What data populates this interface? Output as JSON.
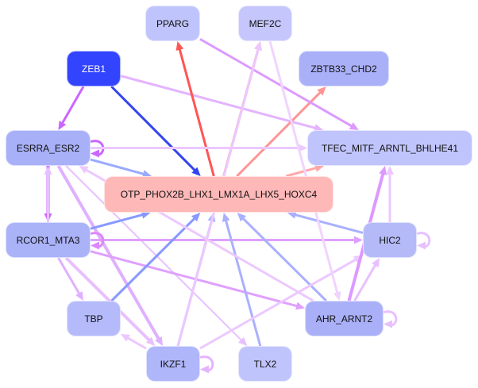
{
  "nodes": [
    {
      "id": "PPARG",
      "label": "PPARG",
      "color": "#c0c4fc",
      "text": "#111111"
    },
    {
      "id": "MEF2C",
      "label": "MEF2C",
      "color": "#c4c6fc",
      "text": "#111111"
    },
    {
      "id": "ZEB1",
      "label": "ZEB1",
      "color": "#3344ff",
      "text": "#ffffff"
    },
    {
      "id": "ZBTB33_CHD2",
      "label": "ZBTB33_CHD2",
      "color": "#aab0f8",
      "text": "#111111"
    },
    {
      "id": "ESRRA_ESR2",
      "label": "ESRRA_ESR2",
      "color": "#a8b0f8",
      "text": "#111111"
    },
    {
      "id": "TFEC",
      "label": "TFEC_MITF_ARNTL_BHLHE41",
      "color": "#c0c4fc",
      "text": "#111111"
    },
    {
      "id": "OTP",
      "label": "OTP_PHOX2B_LHX1_LMX1A_LHX5_HOXC4",
      "color": "#ffb8b8",
      "text": "#111111"
    },
    {
      "id": "RCOR1_MTA3",
      "label": "RCOR1_MTA3",
      "color": "#aab2f8",
      "text": "#111111"
    },
    {
      "id": "HIC2",
      "label": "HIC2",
      "color": "#b4baf8",
      "text": "#111111"
    },
    {
      "id": "TBP",
      "label": "TBP",
      "color": "#b4bafa",
      "text": "#111111"
    },
    {
      "id": "AHR_ARNT2",
      "label": "AHR_ARNT2",
      "color": "#aab0f8",
      "text": "#111111"
    },
    {
      "id": "IKZF1",
      "label": "IKZF1",
      "color": "#b0b6fa",
      "text": "#111111"
    },
    {
      "id": "TLX2",
      "label": "TLX2",
      "color": "#c0c4fc",
      "text": "#111111"
    }
  ],
  "edges": [
    {
      "from": "ZEB1",
      "to": "ESRRA_ESR2",
      "color": "#cc66ff",
      "weight": 3
    },
    {
      "from": "ZEB1",
      "to": "OTP",
      "color": "#3344ee",
      "weight": 3
    },
    {
      "from": "ZEB1",
      "to": "TFEC",
      "color": "#e4b4ff",
      "weight": 3
    },
    {
      "from": "OTP",
      "to": "PPARG",
      "color": "#ff5555",
      "weight": 3
    },
    {
      "from": "OTP",
      "to": "MEF2C",
      "color": "#ff6666",
      "weight": 3
    },
    {
      "from": "OTP",
      "to": "ZBTB33_CHD2",
      "color": "#ff9494",
      "weight": 3
    },
    {
      "from": "OTP",
      "to": "TFEC",
      "color": "#ffa8a8",
      "weight": 3
    },
    {
      "from": "PPARG",
      "to": "TFEC",
      "color": "#dd99ff",
      "weight": 3
    },
    {
      "from": "ESRRA_ESR2",
      "to": "ESRRA_ESR2",
      "color": "#cc66ff",
      "weight": 3
    },
    {
      "from": "ESRRA_ESR2",
      "to": "TFEC",
      "color": "#ecc8ff",
      "weight": 3
    },
    {
      "from": "ESRRA_ESR2",
      "to": "OTP",
      "color": "#99aaff",
      "weight": 3
    },
    {
      "from": "ESRRA_ESR2",
      "to": "RCOR1_MTA3",
      "color": "#cc66ff",
      "weight": 4
    },
    {
      "from": "RCOR1_MTA3",
      "to": "ESRRA_ESR2",
      "color": "#e8c0ff",
      "weight": 3
    },
    {
      "from": "ESRRA_ESR2",
      "to": "IKZF1",
      "color": "#e0b0ff",
      "weight": 4
    },
    {
      "from": "ESRRA_ESR2",
      "to": "TLX2",
      "color": "#e8c0ff",
      "weight": 2
    },
    {
      "from": "RCOR1_MTA3",
      "to": "OTP",
      "color": "#8899ff",
      "weight": 3
    },
    {
      "from": "RCOR1_MTA3",
      "to": "HIC2",
      "color": "#e0a0ff",
      "weight": 3
    },
    {
      "from": "RCOR1_MTA3",
      "to": "RCOR1_MTA3",
      "color": "#dd88ff",
      "weight": 3
    },
    {
      "from": "RCOR1_MTA3",
      "to": "TBP",
      "color": "#e0b0ff",
      "weight": 3
    },
    {
      "from": "RCOR1_MTA3",
      "to": "AHR_ARNT2",
      "color": "#e0a0ff",
      "weight": 3
    },
    {
      "from": "RCOR1_MTA3",
      "to": "IKZF1",
      "color": "#e8c0ff",
      "weight": 4
    },
    {
      "from": "TBP",
      "to": "OTP",
      "color": "#8899ff",
      "weight": 3
    },
    {
      "from": "IKZF1",
      "to": "OTP",
      "color": "#aab0ff",
      "weight": 3
    },
    {
      "from": "TLX2",
      "to": "OTP",
      "color": "#aab0ff",
      "weight": 3
    },
    {
      "from": "AHR_ARNT2",
      "to": "OTP",
      "color": "#aab0ff",
      "weight": 3
    },
    {
      "from": "HIC2",
      "to": "OTP",
      "color": "#aab0ff",
      "weight": 3
    },
    {
      "from": "HIC2",
      "to": "HIC2",
      "color": "#e8c0ff",
      "weight": 3
    },
    {
      "from": "AHR_ARNT2",
      "to": "AHR_ARNT2",
      "color": "#e8c0ff",
      "weight": 3
    },
    {
      "from": "IKZF1",
      "to": "IKZF1",
      "color": "#e4b4ff",
      "weight": 3
    },
    {
      "from": "IKZF1",
      "to": "TBP",
      "color": "#ecc8ff",
      "weight": 3
    },
    {
      "from": "IKZF1",
      "to": "HIC2",
      "color": "#ecc8ff",
      "weight": 3
    },
    {
      "from": "IKZF1",
      "to": "MEF2C",
      "color": "#ecc8ff",
      "weight": 3
    },
    {
      "from": "AHR_ARNT2",
      "to": "HIC2",
      "color": "#e8c0ff",
      "weight": 3
    },
    {
      "from": "AHR_ARNT2",
      "to": "TFEC",
      "color": "#dd99ff",
      "weight": 4
    },
    {
      "from": "HIC2",
      "to": "TFEC",
      "color": "#ecc8ff",
      "weight": 3
    },
    {
      "from": "AHR_ARNT2",
      "to": "ESRRA_ESR2",
      "color": "#ecc8ff",
      "weight": 3
    },
    {
      "from": "MEF2C",
      "to": "AHR_ARNT2",
      "color": "#f0d4ff",
      "weight": 3
    }
  ]
}
